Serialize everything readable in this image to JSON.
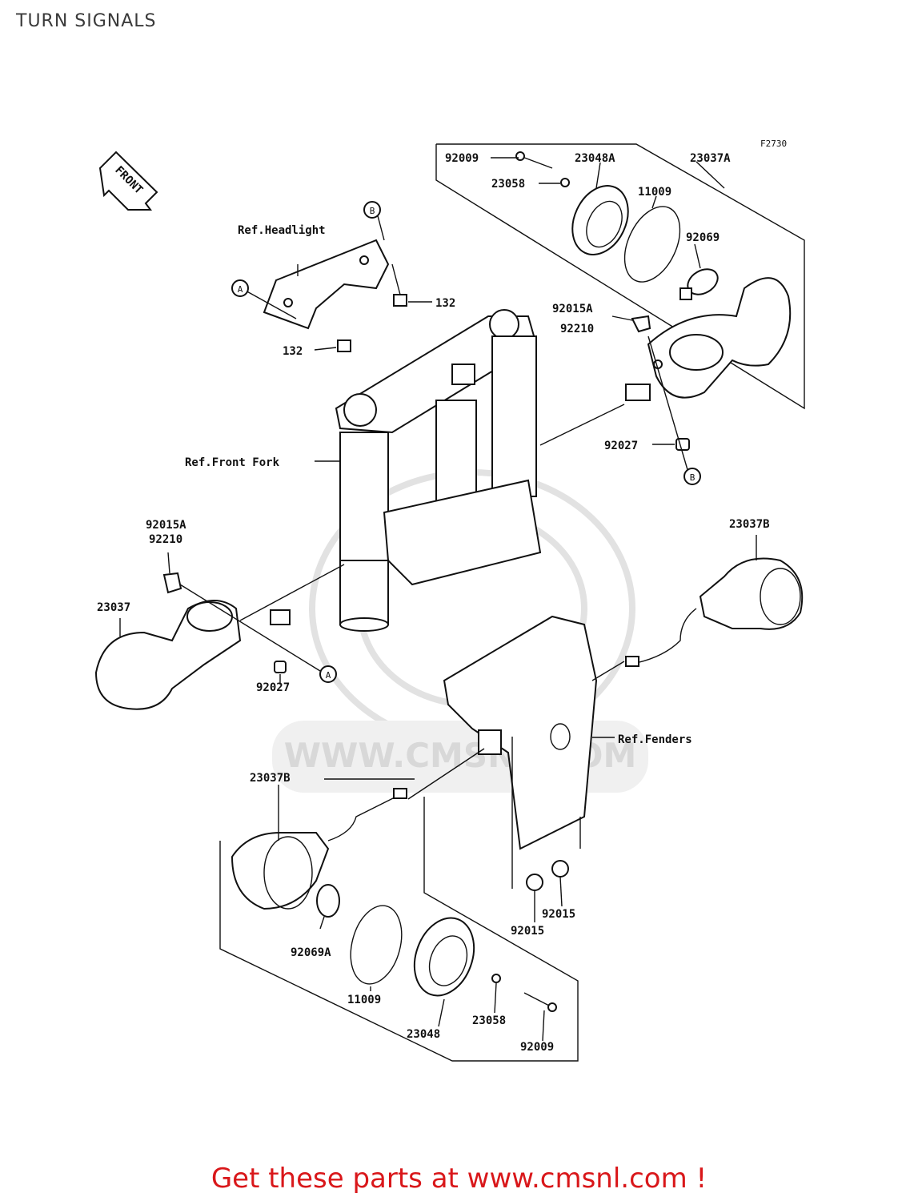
{
  "page": {
    "title": "TURN SIGNALS",
    "footer": "Get these parts at www.cmsnl.com !"
  },
  "diagram": {
    "figure_code": "F2730",
    "direction_marker": "FRONT",
    "watermark": "WWW.CMSNL.COM",
    "references": {
      "headlight": "Ref.Headlight",
      "front_fork": "Ref.Front Fork",
      "fenders": "Ref.Fenders"
    },
    "connectors": {
      "a": "A",
      "b": "B"
    },
    "parts": {
      "p92009_top": "92009",
      "p23048A": "23048A",
      "p23037A": "23037A",
      "p23058_top": "23058",
      "p11009_top": "11009",
      "p92069": "92069",
      "p132_right": "132",
      "p132_left": "132",
      "p92015A_right": "92015A",
      "p92210_right": "92210",
      "p92027_right": "92027",
      "p92015A_left": "92015A",
      "p92210_left": "92210",
      "p23037": "23037",
      "p92027_left": "92027",
      "p23037B_right": "23037B",
      "p23037B_bottom": "23037B",
      "p92069A": "92069A",
      "p11009_bottom": "11009",
      "p23048": "23048",
      "p23058_bottom": "23058",
      "p92009_bottom": "92009",
      "p92015_a": "92015",
      "p92015_b": "92015"
    }
  }
}
